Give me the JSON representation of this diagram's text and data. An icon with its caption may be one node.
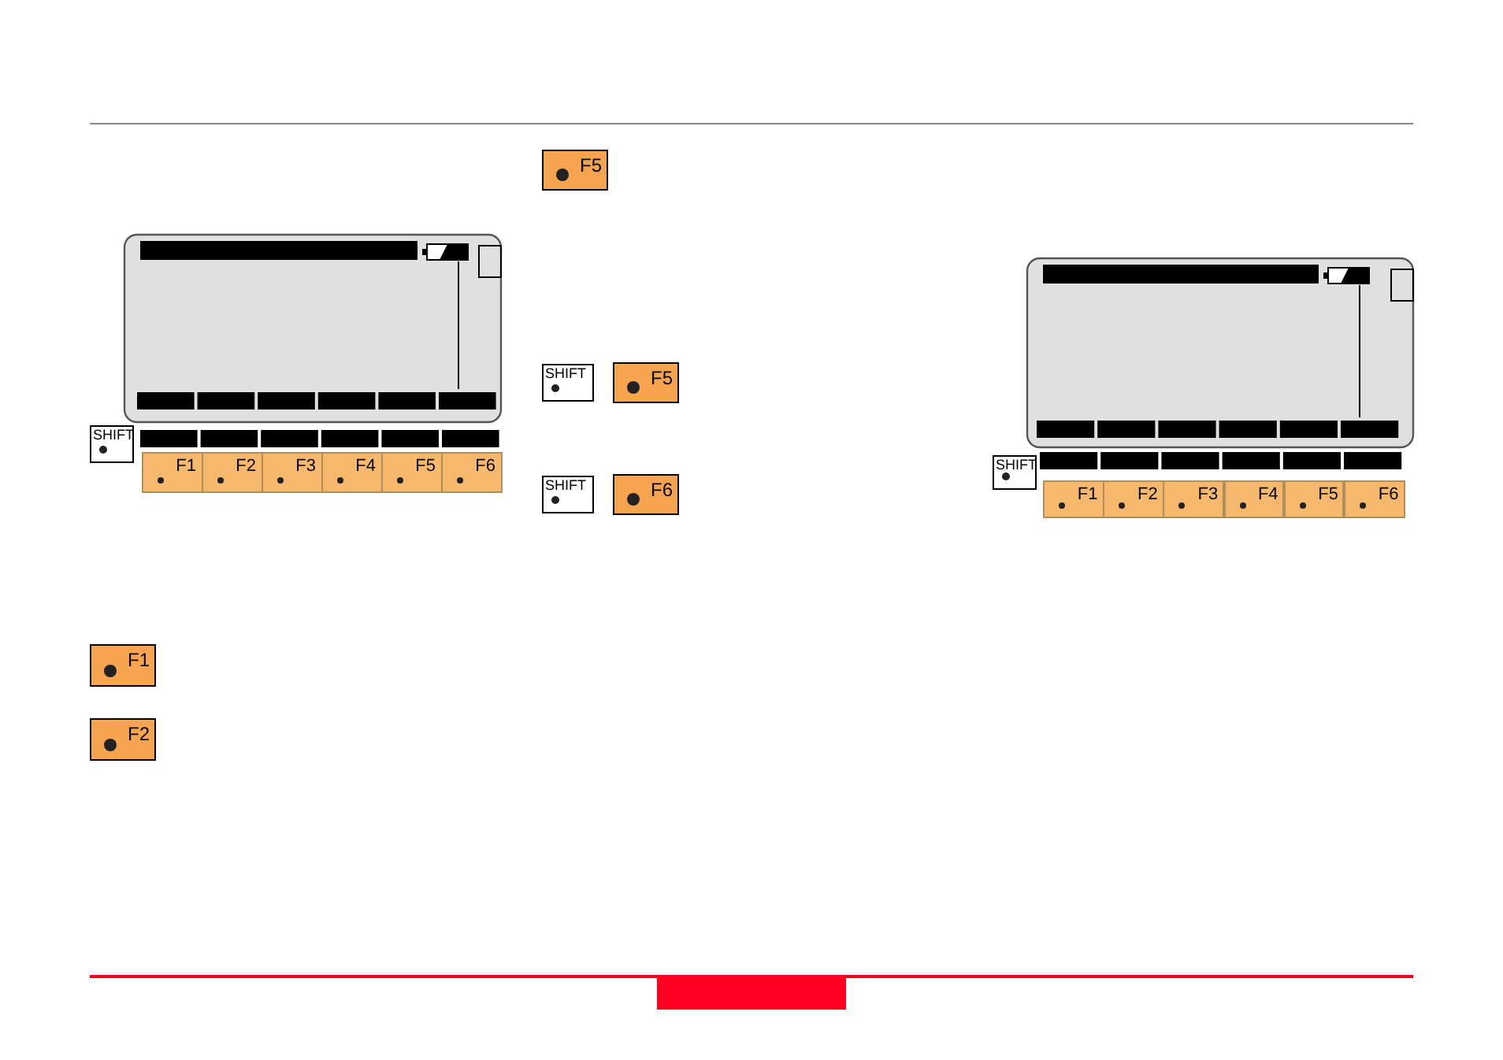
{
  "diagram": {
    "nodes": [
      {
        "text": [
          "SHIFT"
        ]
      },
      {
        "text": [
          "F1"
        ]
      },
      {
        "text": [
          "F2"
        ]
      },
      {
        "text": [
          "F3"
        ]
      },
      {
        "text": [
          "F4"
        ]
      },
      {
        "text": [
          "F5"
        ]
      },
      {
        "text": [
          "F6"
        ]
      },
      {
        "text": [
          "F5"
        ]
      },
      {
        "text": [
          "SHIFT"
        ]
      },
      {
        "text": [
          "F5"
        ]
      },
      {
        "text": [
          "SHIFT"
        ]
      },
      {
        "text": [
          "F6"
        ]
      },
      {
        "text": [
          "F1"
        ]
      },
      {
        "text": [
          "F2"
        ]
      },
      {
        "text": [
          "SHIFT"
        ]
      },
      {
        "text": [
          "F1"
        ]
      },
      {
        "text": [
          "F2"
        ]
      },
      {
        "text": [
          "F3"
        ]
      },
      {
        "text": [
          "F4"
        ]
      },
      {
        "text": [
          "F5"
        ]
      },
      {
        "text": [
          "F6"
        ]
      }
    ]
  }
}
